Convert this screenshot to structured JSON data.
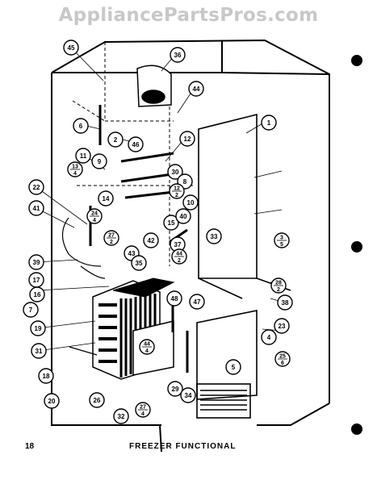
{
  "watermark": "AppliancePartsPros.com",
  "page_number": "18",
  "caption": "FREEZER FUNCTIONAL",
  "callouts": [
    {
      "label": "45"
    },
    {
      "label": "36"
    },
    {
      "label": "44"
    },
    {
      "label": "6"
    },
    {
      "label": "1"
    },
    {
      "label": "2"
    },
    {
      "label": "46"
    },
    {
      "label": "9"
    },
    {
      "label": "12"
    },
    {
      "label": "11"
    },
    {
      "label": "13/4"
    },
    {
      "label": "30"
    },
    {
      "label": "8"
    },
    {
      "label": "12/2"
    },
    {
      "label": "10"
    },
    {
      "label": "14"
    },
    {
      "label": "22"
    },
    {
      "label": "24/4"
    },
    {
      "label": "41"
    },
    {
      "label": "27/2"
    },
    {
      "label": "15"
    },
    {
      "label": "40"
    },
    {
      "label": "37"
    },
    {
      "label": "42"
    },
    {
      "label": "33"
    },
    {
      "label": "3/5"
    },
    {
      "label": "43"
    },
    {
      "label": "44/2"
    },
    {
      "label": "39"
    },
    {
      "label": "17"
    },
    {
      "label": "35"
    },
    {
      "label": "28/2"
    },
    {
      "label": "16"
    },
    {
      "label": "7"
    },
    {
      "label": "48"
    },
    {
      "label": "47"
    },
    {
      "label": "38"
    },
    {
      "label": "19"
    },
    {
      "label": "23"
    },
    {
      "label": "4"
    },
    {
      "label": "31"
    },
    {
      "label": "44/4"
    },
    {
      "label": "5"
    },
    {
      "label": "25/6"
    },
    {
      "label": "18"
    },
    {
      "label": "20"
    },
    {
      "label": "26"
    },
    {
      "label": "29"
    },
    {
      "label": "34"
    },
    {
      "label": "27/4"
    },
    {
      "label": "32"
    }
  ]
}
